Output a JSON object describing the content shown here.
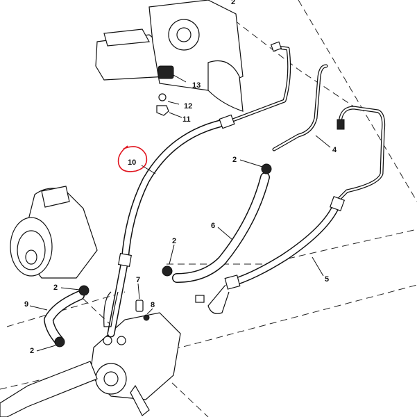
{
  "diagram": {
    "callouts": [
      {
        "id": "c-2-top",
        "text": "2"
      },
      {
        "id": "c-13",
        "text": "13"
      },
      {
        "id": "c-12",
        "text": "12"
      },
      {
        "id": "c-11",
        "text": "11"
      },
      {
        "id": "c-10",
        "text": "10"
      },
      {
        "id": "c-4",
        "text": "4"
      },
      {
        "id": "c-2-right",
        "text": "2"
      },
      {
        "id": "c-6",
        "text": "6"
      },
      {
        "id": "c-5",
        "text": "5"
      },
      {
        "id": "c-2-mid",
        "text": "2"
      },
      {
        "id": "c-2-left",
        "text": "2"
      },
      {
        "id": "c-9",
        "text": "9"
      },
      {
        "id": "c-7",
        "text": "7"
      },
      {
        "id": "c-8",
        "text": "8"
      },
      {
        "id": "c-2-bottom",
        "text": "2"
      }
    ],
    "highlight_color": "#e0141e"
  }
}
